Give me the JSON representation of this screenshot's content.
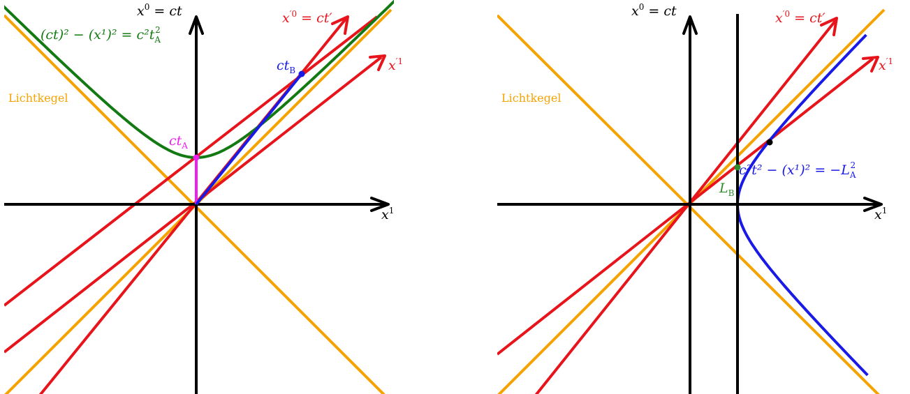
{
  "colors": {
    "axis": "#000000",
    "light_cone": "#f5a300",
    "boosted_frame": "#e8141b",
    "hyperbola_time": "#137a13",
    "hyperbola_space": "#1a1ae6",
    "segment_A": "#ee1fee",
    "segment_B": "#1a1ae6",
    "point_L": "#2e8b2e"
  },
  "left_panel": {
    "light_cone_label": "Lichtkegel",
    "axis_time_main": "x",
    "axis_time_sup": "0",
    "axis_time_rest": " = ct",
    "axis_space_main": "x",
    "axis_space_sup": "1",
    "boosted_time_main": "x",
    "boosted_time_sup": "′0",
    "boosted_time_rest": " = ct′",
    "boosted_space_main": "x",
    "boosted_space_sup": "′1",
    "hyperbola_eq": "(ct)² − (x¹)² = c²t",
    "hyperbola_eq_sub": "A",
    "hyperbola_eq_sup": "2",
    "point_A_main": "ct",
    "point_A_sub": "A",
    "point_B_main": "ct",
    "point_B_sub": "B"
  },
  "right_panel": {
    "light_cone_label": "Lichtkegel",
    "axis_time_main": "x",
    "axis_time_sup": "0",
    "axis_time_rest": " = ct",
    "axis_space_main": "x",
    "axis_space_sup": "1",
    "boosted_time_main": "x",
    "boosted_time_sup": "′0",
    "boosted_time_rest": " = ct′",
    "boosted_space_main": "x",
    "boosted_space_sup": "′1",
    "hyperbola_eq": "c²t² − (x¹)² = −L",
    "hyperbola_eq_sub": "A",
    "hyperbola_eq_sup": "2",
    "point_L_main": "L",
    "point_L_sub": "B"
  }
}
